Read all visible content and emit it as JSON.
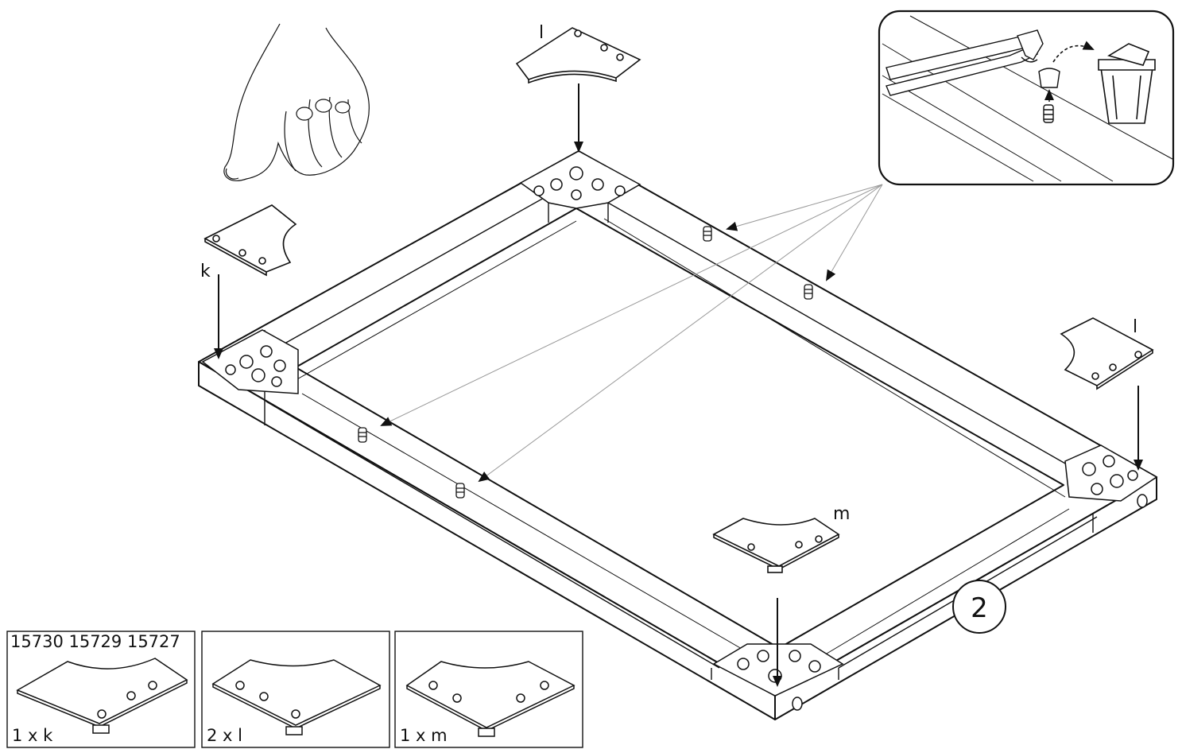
{
  "labels": {
    "top_plate": "l",
    "left_plate": "k",
    "right_plate": "l",
    "front_plate": "m",
    "step_number": "2"
  },
  "parts_boxes": [
    {
      "codes": "15730 15729 15727",
      "quantity": "1 x k"
    },
    {
      "codes": "",
      "quantity": "2 x l"
    },
    {
      "codes": "",
      "quantity": "1 x m"
    }
  ],
  "icons": {
    "hand": "hand-pressing-icon",
    "pliers_detail": "pliers-remove-plug-icon",
    "bin": "trash-bin-icon"
  },
  "colors": {
    "line": "#111111",
    "paper": "#ffffff"
  }
}
